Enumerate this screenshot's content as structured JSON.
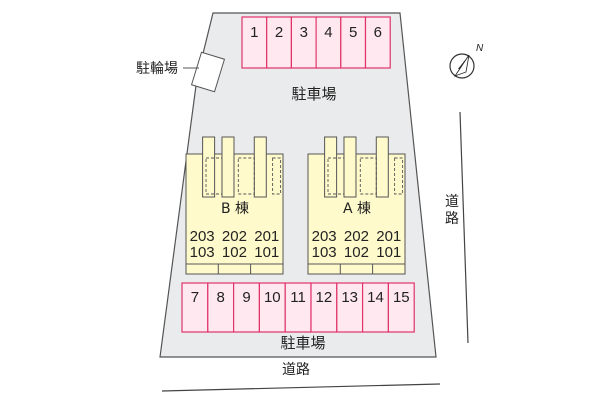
{
  "labels": {
    "parking_top": "駐車場",
    "parking_bottom": "駐車場",
    "bicycle_parking": "駐輪場",
    "road_east": "道路",
    "road_south": "道路",
    "north_mark": "N"
  },
  "parking_top_spaces": [
    "1",
    "2",
    "3",
    "4",
    "5",
    "6"
  ],
  "parking_bottom_spaces": [
    "7",
    "8",
    "9",
    "10",
    "11",
    "12",
    "13",
    "14",
    "15"
  ],
  "buildings": [
    {
      "name": "B 棟",
      "units_upper": [
        "203",
        "202",
        "201"
      ],
      "units_lower": [
        "103",
        "102",
        "101"
      ]
    },
    {
      "name": "A 棟",
      "units_upper": [
        "203",
        "202",
        "201"
      ],
      "units_lower": [
        "103",
        "102",
        "101"
      ]
    }
  ],
  "colors": {
    "lot": "#eaebec",
    "building": "#fffacb",
    "parking_fill": "#ffe8ef",
    "parking_stroke": "#e0336a",
    "outline": "#555555"
  }
}
